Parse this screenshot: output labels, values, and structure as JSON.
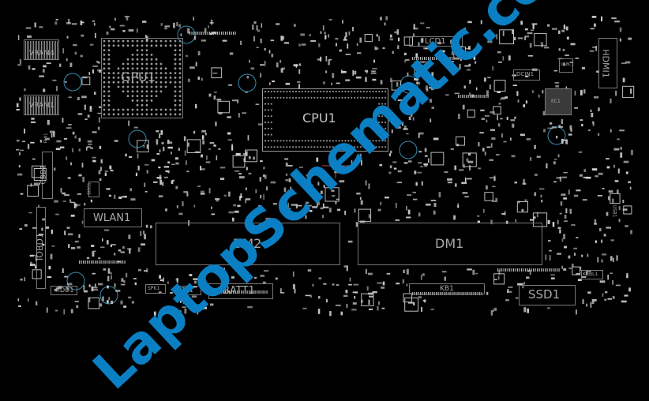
{
  "board": {
    "background": "#000000",
    "trace_color": "#cfcfcf",
    "label_color": "#a9a9a9",
    "components": {
      "vram4": "VRAM4",
      "vram1": "VRAM1",
      "gpu": "GPU1",
      "cpu": "CPU1",
      "lcd": "LCD1",
      "hdmi": "HDMI1",
      "dcin": "DCIN1",
      "dm2": "DM2",
      "dm1": "DM1",
      "wlan": "WLAN1",
      "batt": "BATT1",
      "ssd": "SSD1",
      "kb": "KB1",
      "kbbl": "KBBL1",
      "iobd": "IOBD1",
      "cbd": "CBD1",
      "hdd": "HDD1",
      "spk": "SPK1",
      "tp": "TP1",
      "fan": "FAN1",
      "bios": "BIOS1",
      "ec": "EC1",
      "usbc": "USBC1",
      "usb": "USB1"
    }
  },
  "watermark": {
    "text": "LaptopSchematic.com",
    "color": "#0b7fc3"
  }
}
